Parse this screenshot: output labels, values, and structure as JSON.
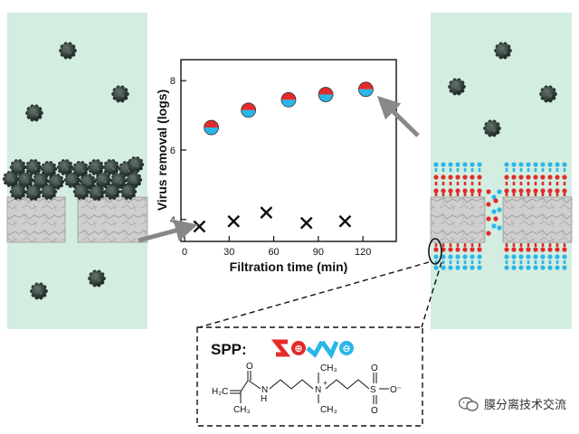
{
  "chart_data": {
    "type": "scatter",
    "title": "",
    "xlabel": "Filtration time (min)",
    "ylabel": "Virus removal (logs)",
    "xlim": [
      0,
      140
    ],
    "ylim": [
      3.5,
      8.5
    ],
    "x_ticks": [
      0,
      30,
      60,
      90,
      120
    ],
    "y_ticks": [
      4,
      6,
      8
    ],
    "series": [
      {
        "marker": "half-circle-red-cyan",
        "points": [
          [
            18,
            6.65
          ],
          [
            43,
            7.15
          ],
          [
            70,
            7.45
          ],
          [
            95,
            7.6
          ],
          [
            122,
            7.75
          ]
        ]
      },
      {
        "marker": "x-black",
        "points": [
          [
            10,
            3.8
          ],
          [
            33,
            3.95
          ],
          [
            55,
            4.2
          ],
          [
            82,
            3.9
          ],
          [
            108,
            3.95
          ]
        ]
      }
    ],
    "grid": false
  },
  "spp_label": "SPP:",
  "molecule": {
    "h2c": "H₂C",
    "o_carbonyl": "O",
    "nh_h": "H",
    "nh_n": "N",
    "ch3_methyl": "CH₃",
    "n_quat": "N",
    "plus": "+",
    "ch3_top": "CH₃",
    "ch3_bottom": "CH₃",
    "s": "S",
    "o_top": "O",
    "o_bottom": "O",
    "o_minus": "O⁻"
  },
  "watermark": "膜分离技术交流",
  "colors": {
    "panel": "#d3ede0",
    "zwitter_red": "#e32b2b",
    "zwitter_cyan": "#2bb6e8",
    "arrow_gray": "#888888",
    "virus": "#3c4a44",
    "membrane": "#c9c9c9"
  }
}
